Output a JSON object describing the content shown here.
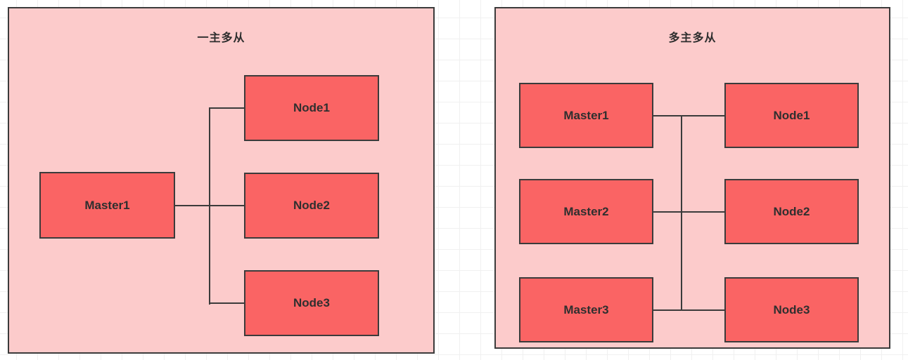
{
  "diagram": {
    "type": "architecture-topology",
    "background": "#ffffff",
    "grid_color": "#f0f0f0",
    "panel_fill": "#fccbcb",
    "box_fill": "#fa6464",
    "stroke": "#3b3b3b",
    "text_color": "#2f2f2f"
  },
  "panels": [
    {
      "id": "single-master",
      "title": "一主多从",
      "masters": [
        {
          "label": "Master1"
        }
      ],
      "nodes": [
        {
          "label": "Node1"
        },
        {
          "label": "Node2"
        },
        {
          "label": "Node3"
        }
      ]
    },
    {
      "id": "multi-master",
      "title": "多主多从",
      "masters": [
        {
          "label": "Master1"
        },
        {
          "label": "Master2"
        },
        {
          "label": "Master3"
        }
      ],
      "nodes": [
        {
          "label": "Node1"
        },
        {
          "label": "Node2"
        },
        {
          "label": "Node3"
        }
      ]
    }
  ]
}
